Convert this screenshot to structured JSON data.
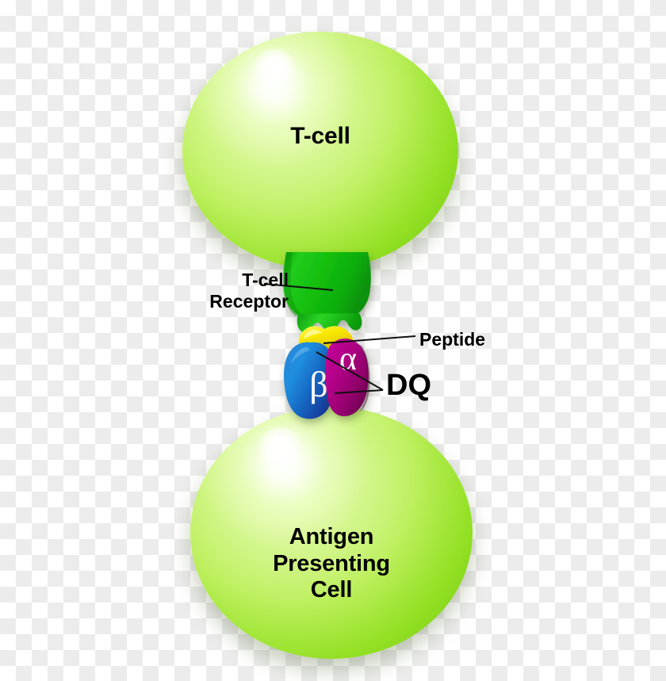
{
  "diagram": {
    "title": "T-cell receptor recognising peptide presented by HLA-DQ on an antigen presenting cell",
    "background": "transparency-checkerboard"
  },
  "cells": {
    "tcell": {
      "label": "T-cell",
      "color": "#9ee03c",
      "highlight_color": "#ffffff"
    },
    "apc": {
      "label": "Antigen\nPresenting\nCell",
      "color": "#9ee03c",
      "highlight_color": "#ffffff"
    }
  },
  "complex": {
    "tcr": {
      "label": "T-cell\nReceptor",
      "color": "#18c414",
      "color_dark": "#079c07"
    },
    "peptide": {
      "label": "Peptide",
      "color": "#f5e400",
      "color_dark": "#e0c400"
    },
    "mhc": {
      "label": "DQ",
      "beta_chain": {
        "glyph": "β",
        "color": "#1f8ede",
        "color_dark": "#17308f",
        "glyph_color": "#ffffff"
      },
      "alpha_chain": {
        "glyph": "α",
        "color": "#b80089",
        "color_dark": "#7a0060",
        "glyph_color": "#ffffff"
      }
    }
  },
  "leader_lines": {
    "color": "#111111",
    "count": 4
  }
}
